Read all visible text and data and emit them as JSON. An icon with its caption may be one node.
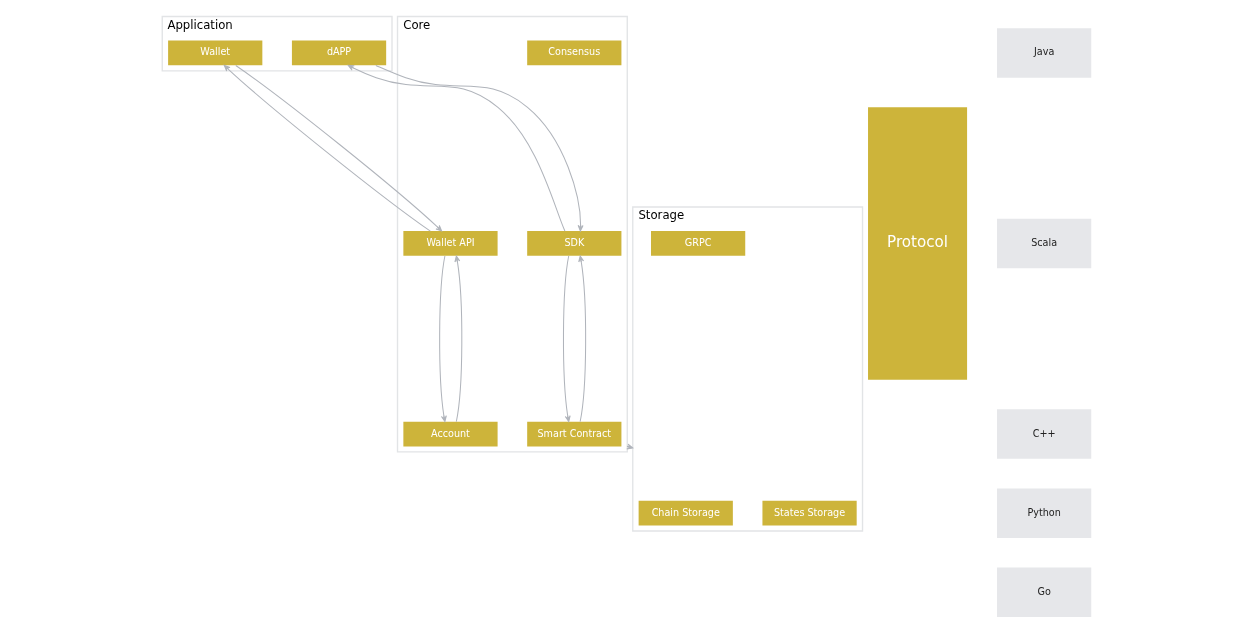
{
  "diagram": {
    "nodes": [
      {
        "text": [
          "Application"
        ]
      },
      {
        "text": [
          "dAPP"
        ],
        "in": 0
      },
      {
        "text": [
          "Wallet"
        ],
        "in": 0
      },
      {
        "text": [
          "Core"
        ]
      },
      {
        "text": [
          "SDK"
        ],
        "in": 3
      },
      {
        "text": [
          "Wallet API"
        ],
        "in": 3
      },
      {
        "text": [
          "Smart Contract"
        ],
        "in": 3
      },
      {
        "text": [
          "Account"
        ],
        "in": 3
      },
      {
        "text": [
          "Consensus"
        ],
        "in": 3
      },
      {
        "text": [
          "Storage"
        ]
      },
      {
        "text": [
          "States Storage"
        ],
        "in": 9
      },
      {
        "text": [
          "Chain Storage"
        ],
        "in": 9
      },
      {
        "text": [
          "GRPC"
        ],
        "in": 9
      },
      {
        "text": [
          "Protocol"
        ]
      },
      {
        "text": [
          "Java"
        ]
      },
      {
        "text": [
          "Scala"
        ]
      },
      {
        "text": [
          "C++"
        ]
      },
      {
        "text": [
          "Python"
        ]
      },
      {
        "text": [
          "Go"
        ]
      }
    ],
    "edges": [
      {
        "from": 1,
        "to": 4,
        "arrow": "to"
      },
      {
        "from": 4,
        "to": 1,
        "arrow": "to"
      },
      {
        "from": 2,
        "to": 5,
        "arrow": "to"
      },
      {
        "from": 5,
        "to": 2,
        "arrow": "to"
      },
      {
        "from": 4,
        "to": 6,
        "arrow": "to"
      },
      {
        "from": 6,
        "to": 4,
        "arrow": "to"
      },
      {
        "from": 5,
        "to": 7,
        "arrow": "to"
      },
      {
        "from": 7,
        "to": 5,
        "arrow": "to"
      },
      {
        "from": 3,
        "to": 9,
        "arrow": "to"
      }
    ]
  }
}
